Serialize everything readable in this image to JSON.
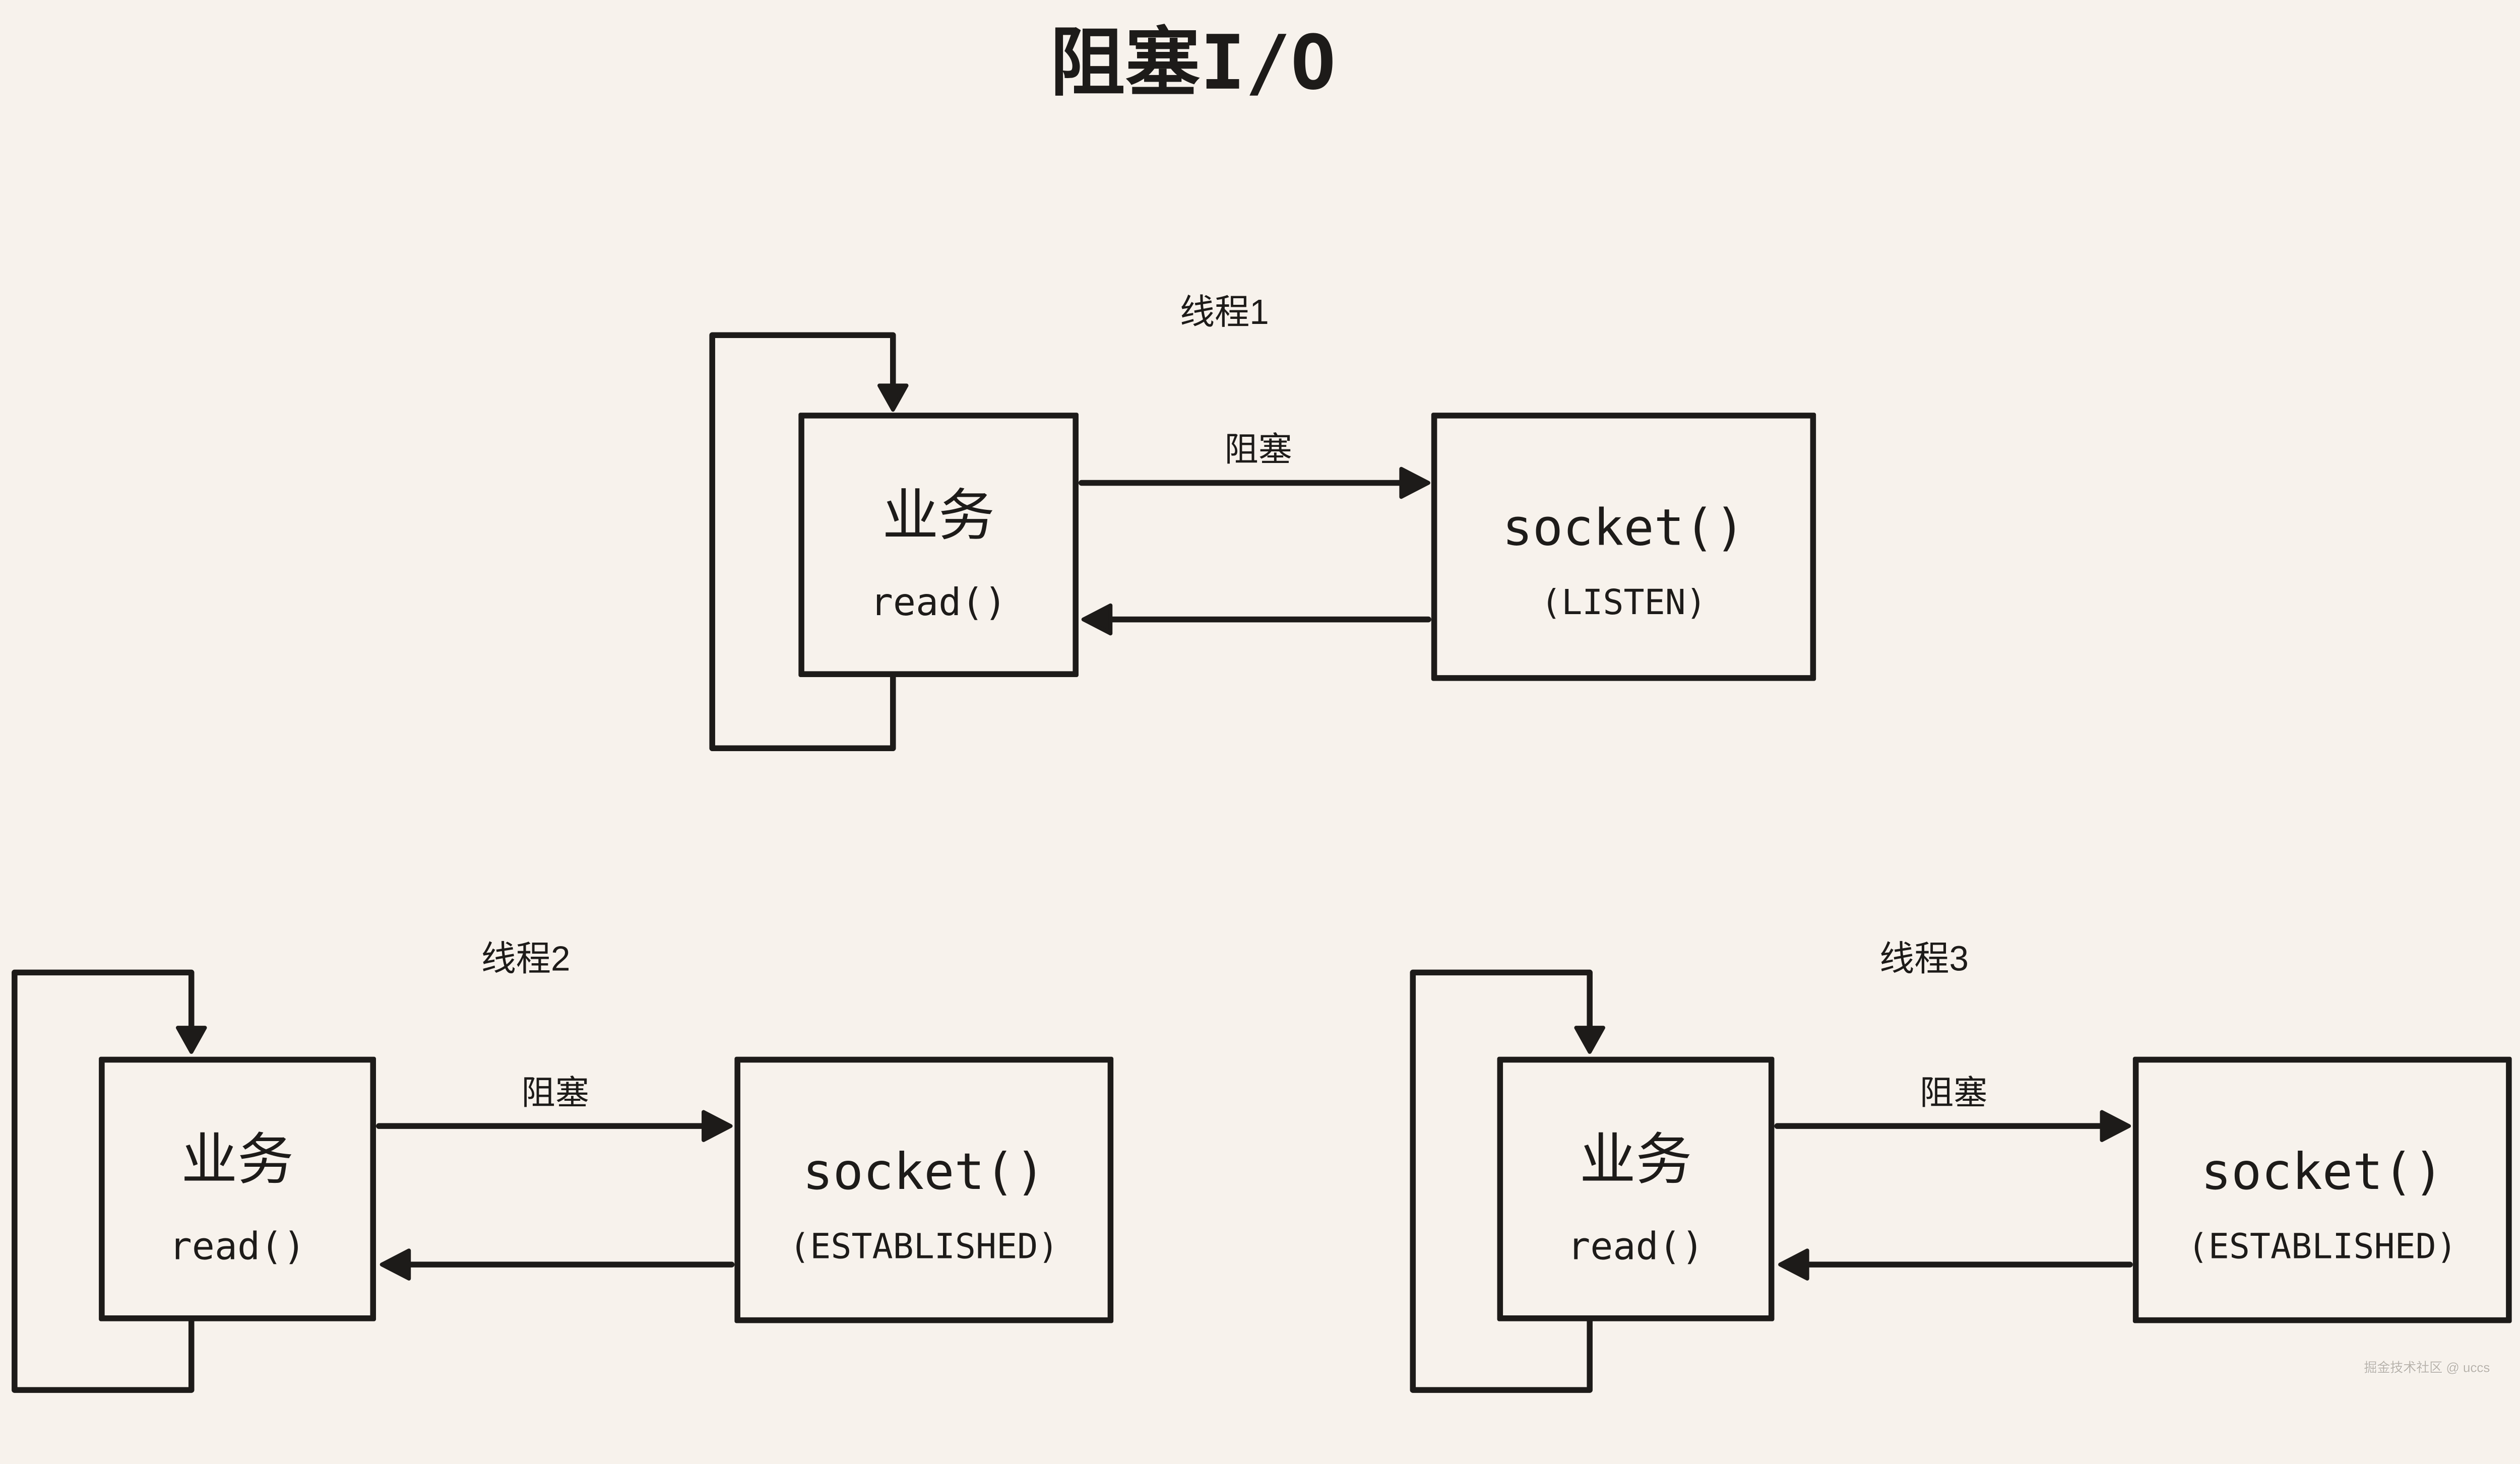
{
  "page": {
    "title": "阻塞I/O",
    "background_color": "#f7f2ec",
    "ink_color": "#1d1b19",
    "watermark": "掘金技术社区 @ uccs",
    "watermark_color": "#b8b2aa"
  },
  "threads": [
    {
      "label": "线程1",
      "arrow_label": "阻塞",
      "business": {
        "title": "业务",
        "subtitle": "read()"
      },
      "socket": {
        "title": "socket()",
        "subtitle": "(LISTEN)"
      }
    },
    {
      "label": "线程2",
      "arrow_label": "阻塞",
      "business": {
        "title": "业务",
        "subtitle": "read()"
      },
      "socket": {
        "title": "socket()",
        "subtitle": "(ESTABLISHED)"
      }
    },
    {
      "label": "线程3",
      "arrow_label": "阻塞",
      "business": {
        "title": "业务",
        "subtitle": "read()"
      },
      "socket": {
        "title": "socket()",
        "subtitle": "(ESTABLISHED)"
      }
    }
  ]
}
